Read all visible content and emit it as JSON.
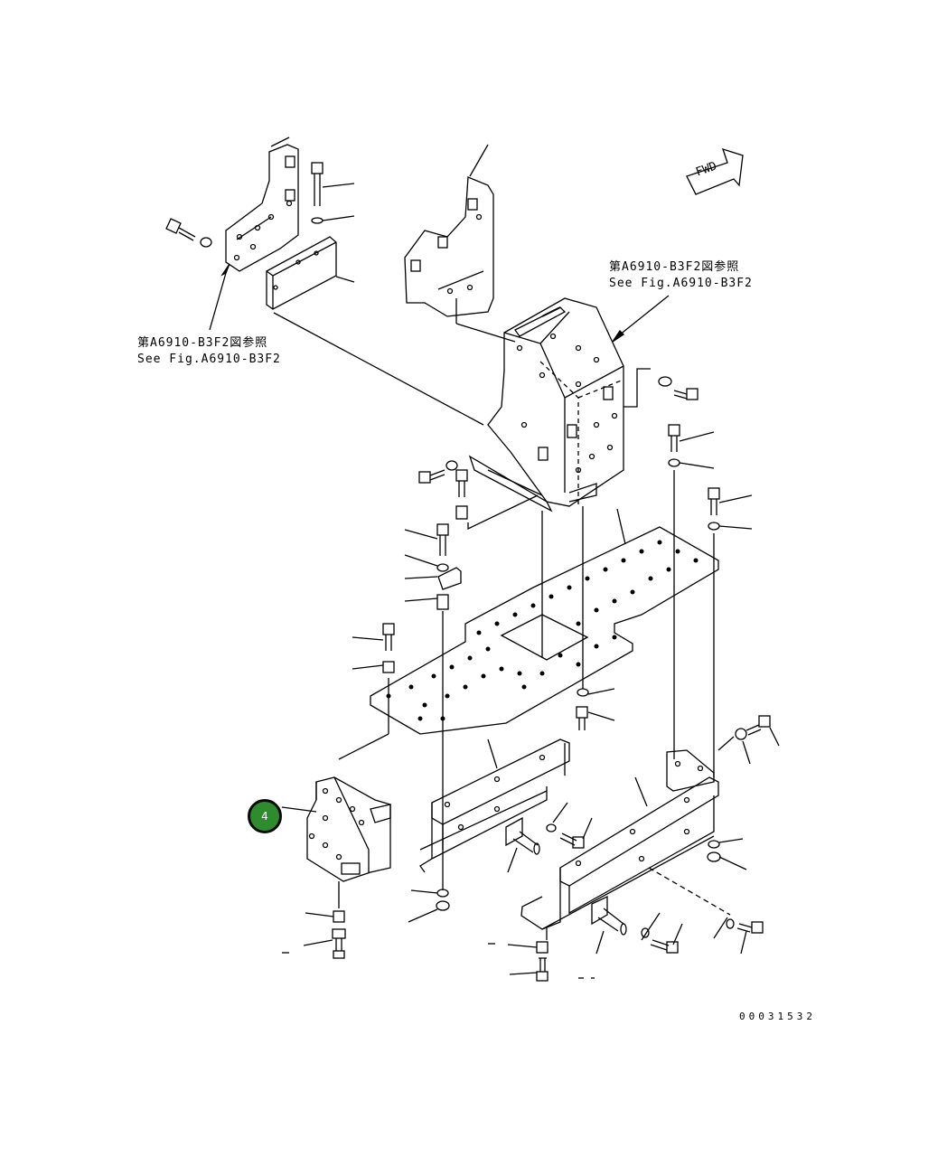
{
  "references": {
    "top_right": {
      "jp": "第A6910-B3F2図参照",
      "en": "See Fig.A6910-B3F2"
    },
    "top_left": {
      "jp": "第A6910-B3F2図参照",
      "en": "See Fig.A6910-B3F2"
    }
  },
  "fwd_label": "FWD",
  "callout": {
    "number": "4",
    "color": "#2e8b2e"
  },
  "document_number": "00031532"
}
